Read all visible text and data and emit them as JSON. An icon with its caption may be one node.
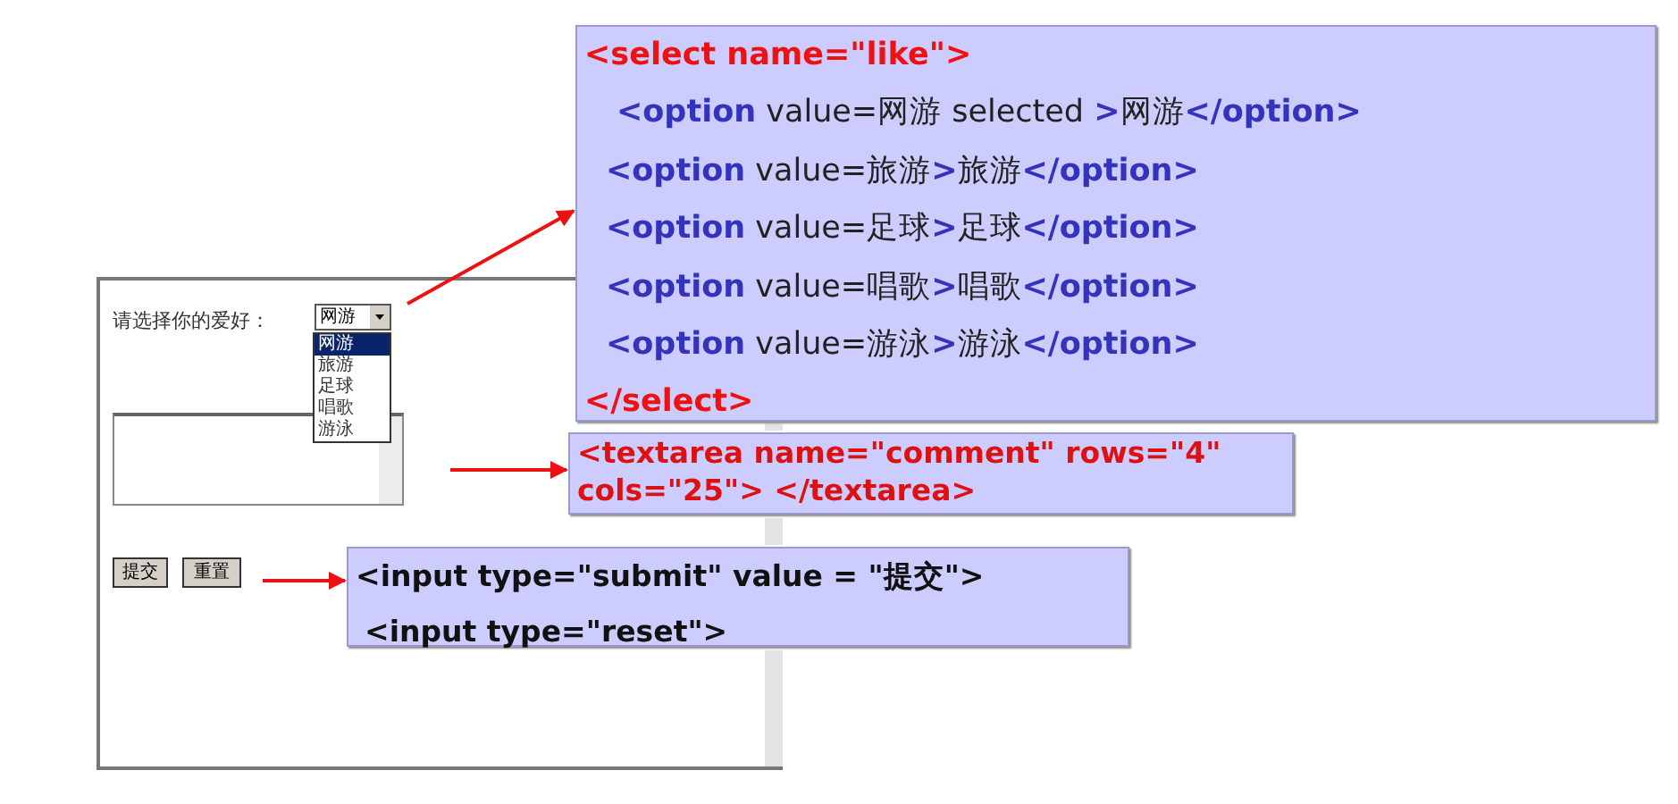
{
  "diagram": {
    "nodes": [
      {
        "text": [
          "网游"
        ]
      },
      {
        "text": [
          "网游",
          "旅游",
          "足球",
          "唱歌",
          "游泳"
        ]
      },
      {
        "text": [],
        "shape": "box"
      },
      {
        "text": [
          "提交"
        ]
      },
      {
        "text": [
          "重置"
        ]
      },
      {
        "text": [
          "<select name=\"like\">",
          "**<option** value=网游 selected **>**网游**</option>**",
          "**<option** value=旅游**>**旅游**</option>**",
          "**<option** value=足球**>**足球**</option>**",
          "**<option** value=唱歌**>**唱歌**</option>**",
          "**<option** value=游泳**>**游泳**</option>**",
          "</select>"
        ]
      },
      {
        "text": [
          "<textarea name=\"comment\" rows=\"4\" cols=\"25\"> </textarea>"
        ]
      },
      {
        "text": [
          "<input type=\"submit\" value = \"提交\">",
          "<input type=\"reset\">"
        ]
      }
    ],
    "edges": [
      {
        "from": 0,
        "to": 5,
        "arrow": "to"
      },
      {
        "from": 2,
        "to": 6,
        "arrow": "to"
      },
      {
        "from": 4,
        "to": 7,
        "arrow": "to"
      }
    ],
    "labels": [
      "请选择你的爱好："
    ]
  }
}
